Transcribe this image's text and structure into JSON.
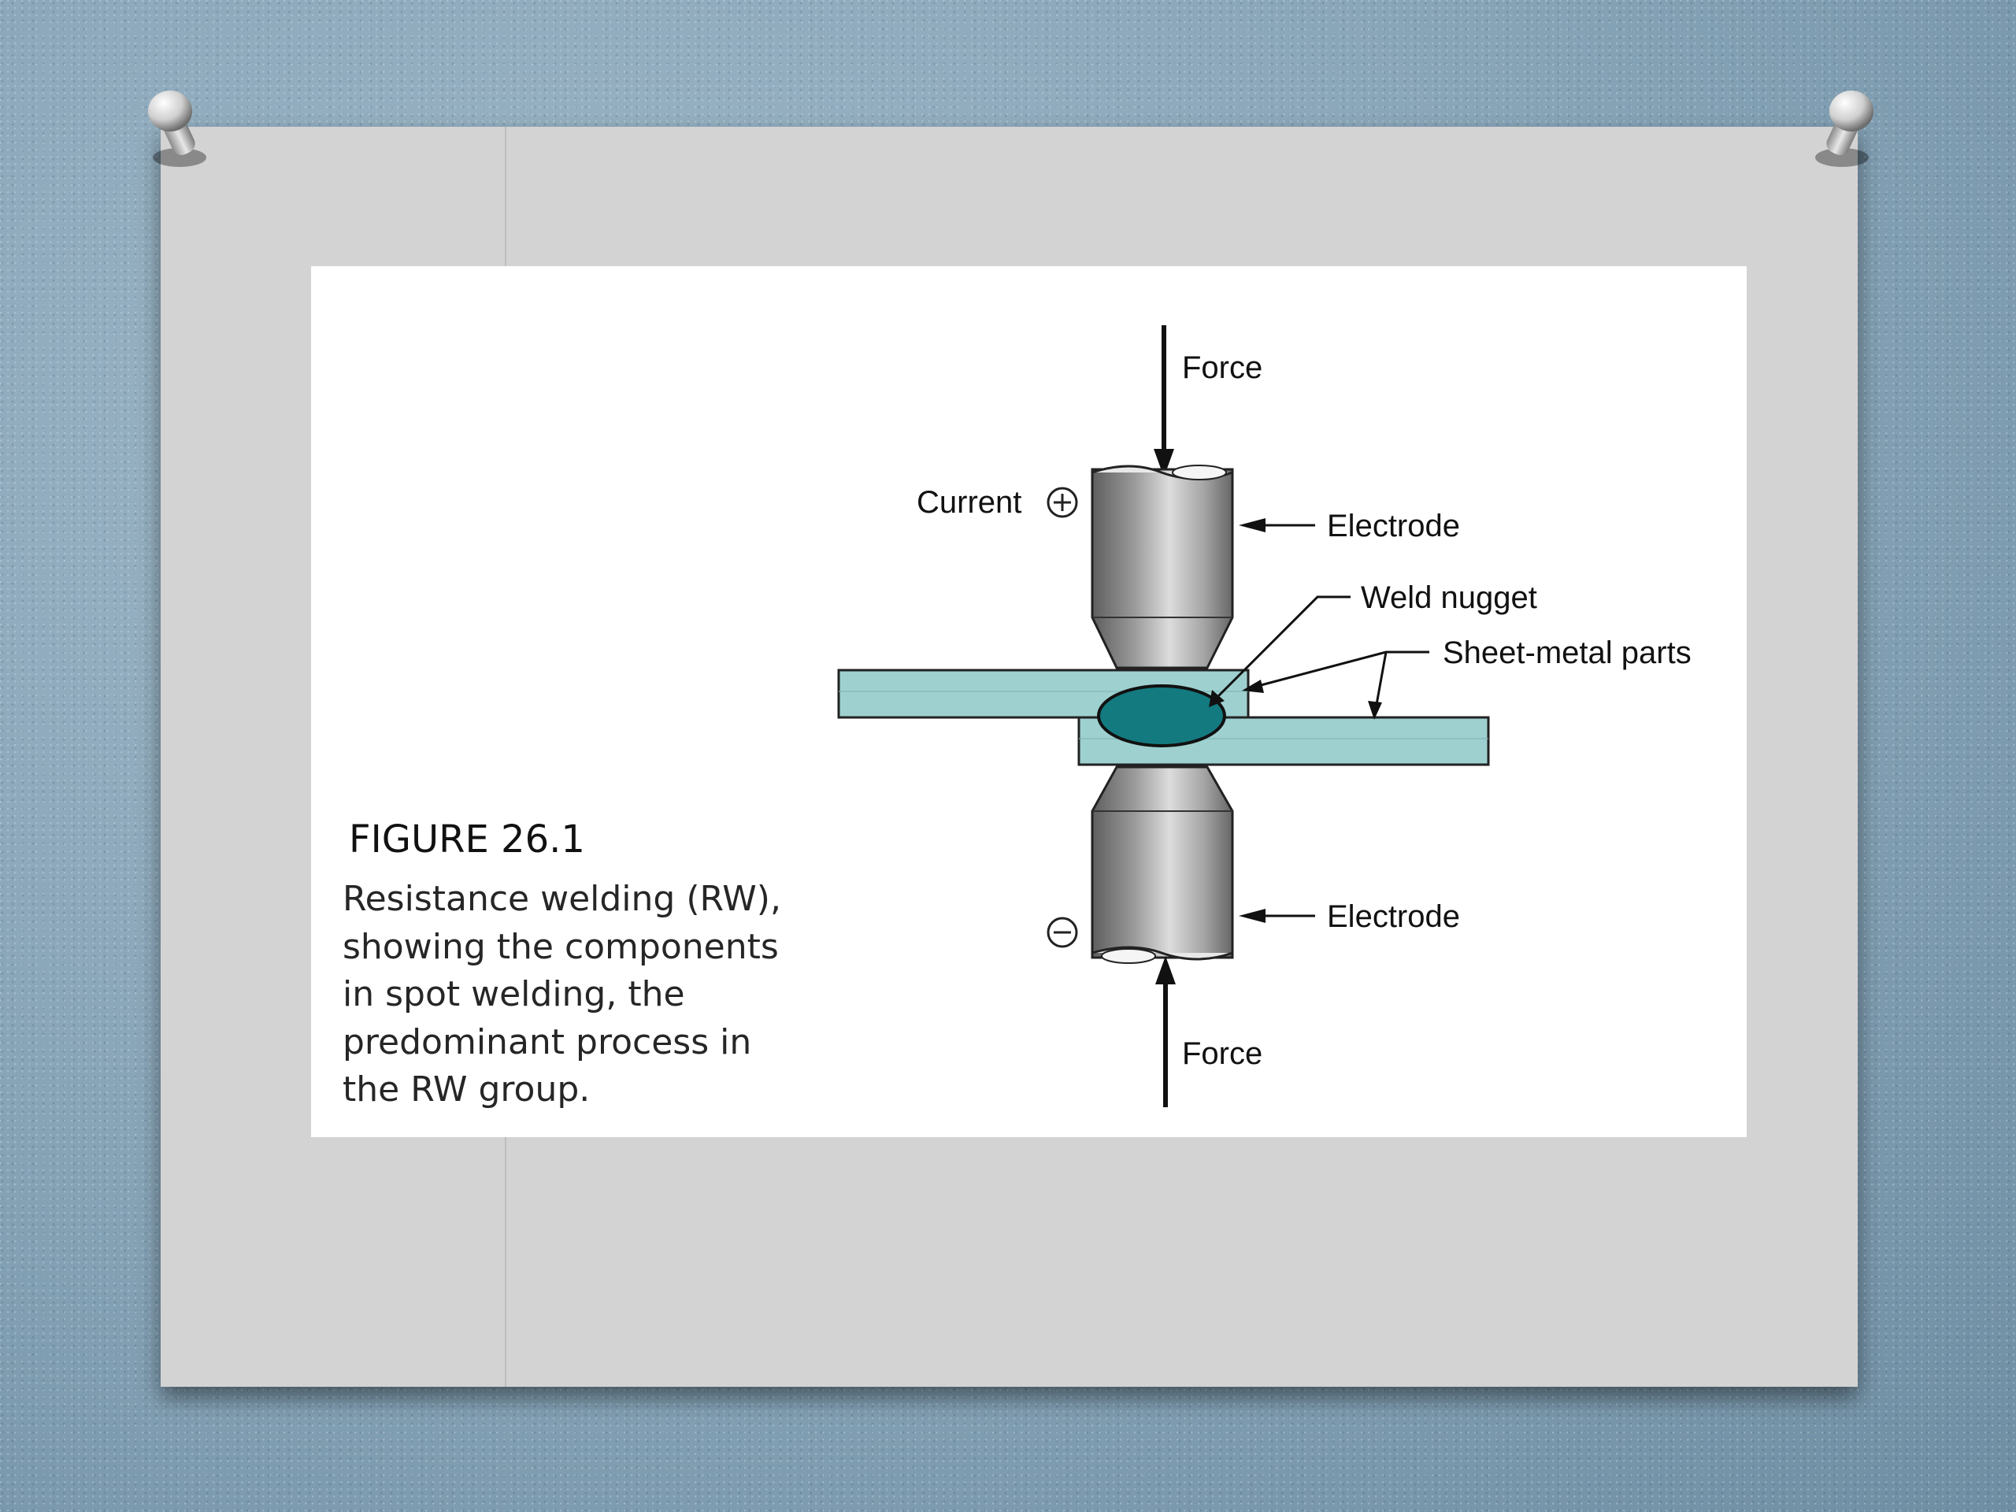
{
  "slide": {
    "figure_number": "FIGURE 26.1",
    "caption_lines": [
      "Resistance welding (RW),",
      "showing the components",
      "in spot welding, the",
      "predominant process in",
      "the RW group."
    ]
  },
  "diagram": {
    "labels": {
      "force_top": "Force",
      "force_bottom": "Force",
      "current": "Current",
      "electrode_top": "Electrode",
      "electrode_bottom": "Electrode",
      "weld_nugget": "Weld nugget",
      "sheet_metal_parts": "Sheet-metal parts"
    },
    "colors": {
      "sheet": "#9fd0d0",
      "nugget": "#137a80",
      "electrode_dark": "#6a6a6a",
      "electrode_light": "#d6d6d6"
    }
  }
}
